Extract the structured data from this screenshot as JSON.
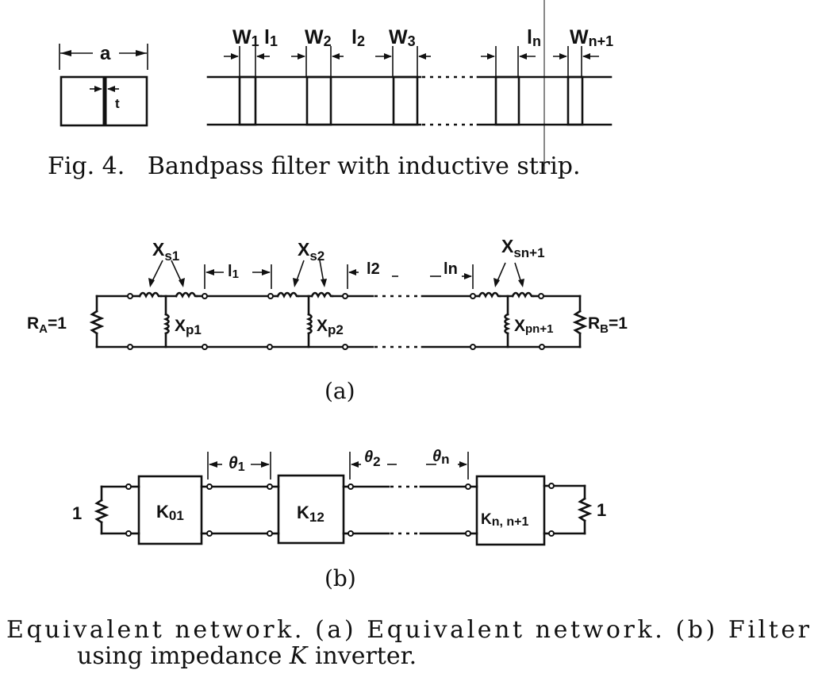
{
  "figure4": {
    "caption": "Fig. 4.   Bandpass filter with inductive strip.",
    "cross_section": {
      "width_label": "a",
      "thickness_label": "t"
    },
    "strips": [
      {
        "label": "W",
        "sub": "1"
      },
      {
        "label": "W",
        "sub": "2"
      },
      {
        "label": "W",
        "sub": "3"
      },
      {
        "label": "",
        "sub": ""
      },
      {
        "label": "W",
        "sub": "n+1"
      }
    ],
    "gaps": [
      {
        "label": "l",
        "sub": "1"
      },
      {
        "label": "l",
        "sub": "2"
      },
      {
        "label": "l",
        "sub": "n"
      }
    ]
  },
  "network_a": {
    "label": "(a)",
    "source": {
      "label": "R",
      "sub": "A",
      "value": "=1"
    },
    "load": {
      "label": "R",
      "sub": "B",
      "value": "=1"
    },
    "series": [
      {
        "label": "X",
        "sub": "s1"
      },
      {
        "label": "X",
        "sub": "s2"
      },
      {
        "label": "X",
        "sub": "sn+1"
      }
    ],
    "shunt": [
      {
        "label": "X",
        "sub": "p1"
      },
      {
        "label": "X",
        "sub": "p2"
      },
      {
        "label": "X",
        "sub": "pn+1"
      }
    ],
    "lines": [
      {
        "label": "l",
        "sub": "1"
      },
      {
        "label": "l",
        "sub": "2"
      },
      {
        "label": "l",
        "sub": "n"
      }
    ]
  },
  "network_b": {
    "label": "(b)",
    "source_value": "1",
    "load_value": "1",
    "inverters": [
      {
        "label": "K",
        "sub": "01"
      },
      {
        "label": "K",
        "sub": "12"
      },
      {
        "label": "K",
        "sub": "n, n+1"
      }
    ],
    "lines": [
      {
        "label": "θ",
        "sub": "1"
      },
      {
        "label": "θ",
        "sub": "2"
      },
      {
        "label": "θ",
        "sub": "n"
      }
    ]
  },
  "caption_main": {
    "line1": "Equivalent network. (a) Equivalent network. (b) Filter",
    "line2_pre": "using impedance ",
    "line2_k": "K",
    "line2_post": " inverter."
  }
}
